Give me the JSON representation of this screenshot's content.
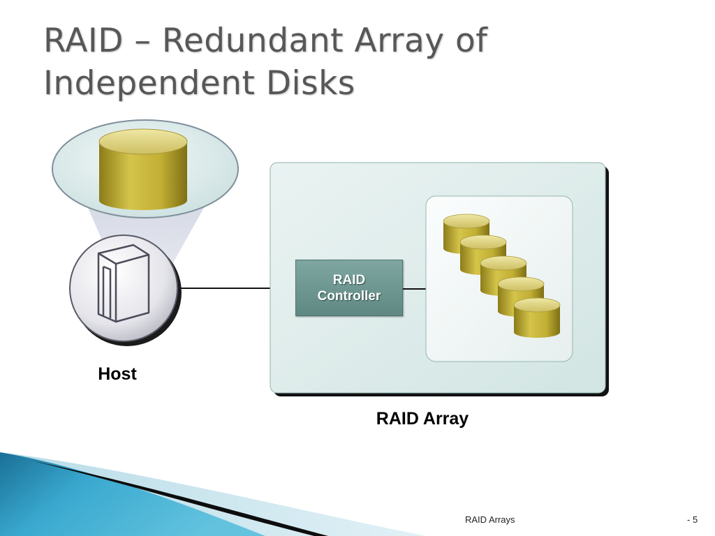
{
  "slide": {
    "title_line1": "RAID – Redundant Array of",
    "title_line2": "Independent Disks"
  },
  "diagram": {
    "host_label": "Host",
    "array_label": "RAID Array",
    "controller_line1": "RAID",
    "controller_line2": "Controller",
    "disk_count": 5
  },
  "footer": {
    "title": "RAID Arrays",
    "page_number": "- 5"
  },
  "colors": {
    "title": "#575757",
    "disk_gold": "#c8b63c",
    "array_panel": "#dcebea",
    "controller": "#6f9893",
    "swoosh_blue": "#2a9bc1"
  }
}
